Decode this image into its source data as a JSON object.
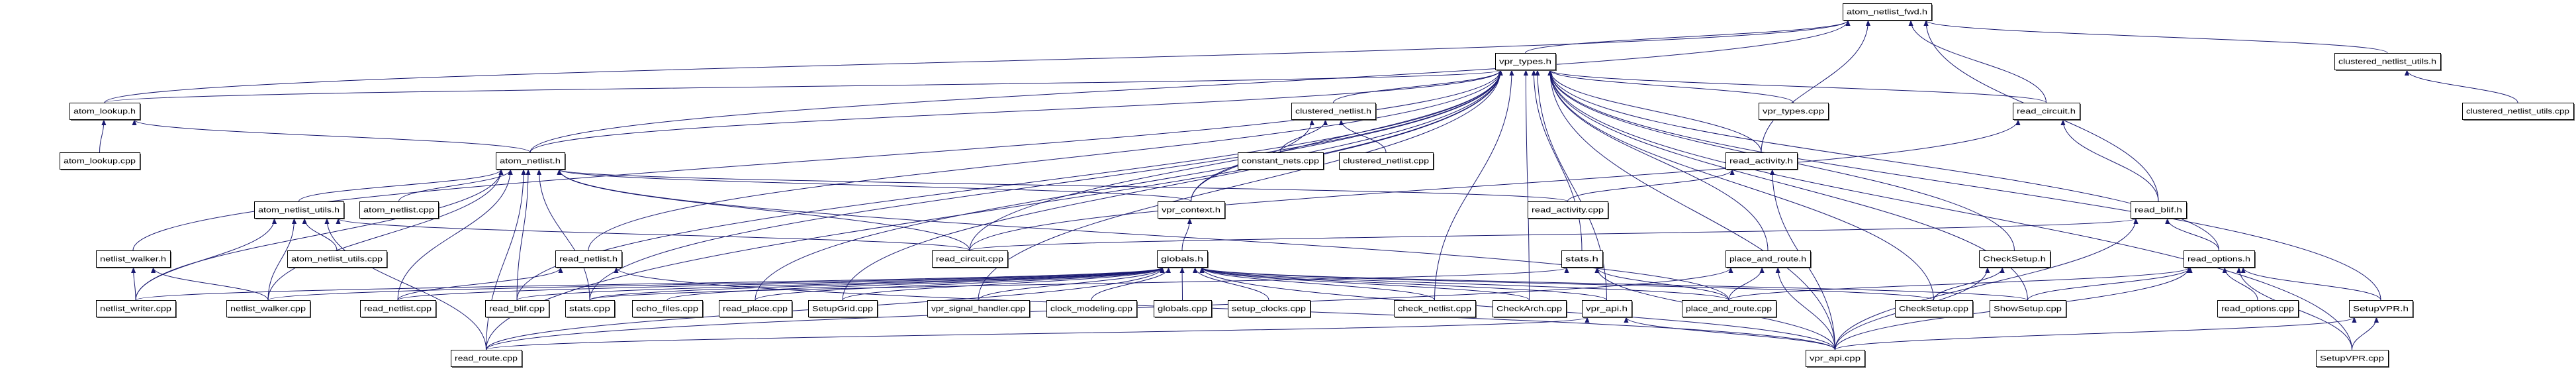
{
  "graph": {
    "root": "atom_netlist_fwd.h",
    "colors": {
      "edge": "#191970",
      "root_fill": "#bfbfbf",
      "highlight_border": "#ff0000",
      "node_border": "#000000"
    },
    "highlighted_node": "globals.h",
    "nodes": [
      {
        "id": "atom_netlist_fwd.h",
        "label": "atom_netlist_fwd.h"
      },
      {
        "id": "vpr_types.h",
        "label": "vpr_types.h"
      },
      {
        "id": "clustered_netlist_utils.h",
        "label": "clustered_netlist_utils.h"
      },
      {
        "id": "atom_lookup.h",
        "label": "atom_lookup.h"
      },
      {
        "id": "clustered_netlist.h",
        "label": "clustered_netlist.h"
      },
      {
        "id": "vpr_types.cpp",
        "label": "vpr_types.cpp"
      },
      {
        "id": "read_circuit.h",
        "label": "read_circuit.h"
      },
      {
        "id": "clustered_netlist_utils.cpp",
        "label": "clustered_netlist_utils.cpp"
      },
      {
        "id": "atom_lookup.cpp",
        "label": "atom_lookup.cpp"
      },
      {
        "id": "atom_netlist.h",
        "label": "atom_netlist.h"
      },
      {
        "id": "constant_nets.cpp",
        "label": "constant_nets.cpp"
      },
      {
        "id": "clustered_netlist.cpp",
        "label": "clustered_netlist.cpp"
      },
      {
        "id": "read_activity.h",
        "label": "read_activity.h"
      },
      {
        "id": "atom_netlist_utils.h",
        "label": "atom_netlist_utils.h"
      },
      {
        "id": "atom_netlist.cpp",
        "label": "atom_netlist.cpp"
      },
      {
        "id": "vpr_context.h",
        "label": "vpr_context.h"
      },
      {
        "id": "read_activity.cpp",
        "label": "read_activity.cpp"
      },
      {
        "id": "read_blif.h",
        "label": "read_blif.h"
      },
      {
        "id": "netlist_walker.h",
        "label": "netlist_walker.h"
      },
      {
        "id": "atom_netlist_utils.cpp",
        "label": "atom_netlist_utils.cpp"
      },
      {
        "id": "read_netlist.h",
        "label": "read_netlist.h"
      },
      {
        "id": "read_circuit.cpp",
        "label": "read_circuit.cpp"
      },
      {
        "id": "globals.h",
        "label": "globals.h"
      },
      {
        "id": "stats.h",
        "label": "stats.h"
      },
      {
        "id": "place_and_route.h",
        "label": "place_and_route.h"
      },
      {
        "id": "CheckSetup.h",
        "label": "CheckSetup.h"
      },
      {
        "id": "read_options.h",
        "label": "read_options.h"
      },
      {
        "id": "netlist_writer.cpp",
        "label": "netlist_writer.cpp"
      },
      {
        "id": "netlist_walker.cpp",
        "label": "netlist_walker.cpp"
      },
      {
        "id": "read_netlist.cpp",
        "label": "read_netlist.cpp"
      },
      {
        "id": "read_blif.cpp",
        "label": "read_blif.cpp"
      },
      {
        "id": "stats.cpp",
        "label": "stats.cpp"
      },
      {
        "id": "echo_files.cpp",
        "label": "echo_files.cpp"
      },
      {
        "id": "read_place.cpp",
        "label": "read_place.cpp"
      },
      {
        "id": "SetupGrid.cpp",
        "label": "SetupGrid.cpp"
      },
      {
        "id": "vpr_signal_handler.cpp",
        "label": "vpr_signal_handler.cpp"
      },
      {
        "id": "clock_modeling.cpp",
        "label": "clock_modeling.cpp"
      },
      {
        "id": "globals.cpp",
        "label": "globals.cpp"
      },
      {
        "id": "setup_clocks.cpp",
        "label": "setup_clocks.cpp"
      },
      {
        "id": "check_netlist.cpp",
        "label": "check_netlist.cpp"
      },
      {
        "id": "CheckArch.cpp",
        "label": "CheckArch.cpp"
      },
      {
        "id": "vpr_api.h",
        "label": "vpr_api.h"
      },
      {
        "id": "place_and_route.cpp",
        "label": "place_and_route.cpp"
      },
      {
        "id": "CheckSetup.cpp",
        "label": "CheckSetup.cpp"
      },
      {
        "id": "ShowSetup.cpp",
        "label": "ShowSetup.cpp"
      },
      {
        "id": "read_options.cpp",
        "label": "read_options.cpp"
      },
      {
        "id": "SetupVPR.h",
        "label": "SetupVPR.h"
      },
      {
        "id": "read_route.cpp",
        "label": "read_route.cpp"
      },
      {
        "id": "vpr_api.cpp",
        "label": "vpr_api.cpp"
      },
      {
        "id": "SetupVPR.cpp",
        "label": "SetupVPR.cpp"
      }
    ],
    "edges": [
      [
        "vpr_types.h",
        "atom_netlist_fwd.h"
      ],
      [
        "atom_lookup.h",
        "atom_netlist_fwd.h"
      ],
      [
        "atom_netlist.h",
        "atom_netlist_fwd.h"
      ],
      [
        "clustered_netlist_utils.h",
        "atom_netlist_fwd.h"
      ],
      [
        "read_circuit.h",
        "atom_netlist_fwd.h"
      ],
      [
        "read_blif.h",
        "atom_netlist_fwd.h"
      ],
      [
        "read_activity.h",
        "atom_netlist_fwd.h"
      ],
      [
        "clustered_netlist_utils.cpp",
        "clustered_netlist_utils.h"
      ],
      [
        "atom_lookup.cpp",
        "atom_lookup.h"
      ],
      [
        "atom_netlist.h",
        "atom_lookup.h"
      ],
      [
        "atom_lookup.h",
        "vpr_types.h"
      ],
      [
        "atom_netlist.h",
        "vpr_types.h"
      ],
      [
        "clustered_netlist.h",
        "vpr_types.h"
      ],
      [
        "vpr_types.cpp",
        "vpr_types.h"
      ],
      [
        "read_circuit.h",
        "vpr_types.h"
      ],
      [
        "read_activity.h",
        "vpr_types.h"
      ],
      [
        "vpr_context.h",
        "vpr_types.h"
      ],
      [
        "netlist_walker.h",
        "vpr_types.h"
      ],
      [
        "read_netlist.h",
        "vpr_types.h"
      ],
      [
        "stats.h",
        "vpr_types.h"
      ],
      [
        "place_and_route.h",
        "vpr_types.h"
      ],
      [
        "CheckSetup.h",
        "vpr_types.h"
      ],
      [
        "read_options.h",
        "vpr_types.h"
      ],
      [
        "SetupVPR.h",
        "vpr_types.h"
      ],
      [
        "ShowSetup.cpp",
        "vpr_types.h"
      ],
      [
        "CheckSetup.cpp",
        "vpr_types.h"
      ],
      [
        "CheckArch.cpp",
        "vpr_types.h"
      ],
      [
        "check_netlist.cpp",
        "vpr_types.h"
      ],
      [
        "vpr_api.h",
        "vpr_types.h"
      ],
      [
        "vpr_api.cpp",
        "vpr_types.h"
      ],
      [
        "read_route.cpp",
        "vpr_types.h"
      ],
      [
        "read_blif.cpp",
        "vpr_types.h"
      ],
      [
        "stats.cpp",
        "vpr_types.h"
      ],
      [
        "SetupGrid.cpp",
        "vpr_types.h"
      ],
      [
        "read_place.cpp",
        "vpr_types.h"
      ],
      [
        "vpr_signal_handler.cpp",
        "vpr_types.h"
      ],
      [
        "SetupVPR.cpp",
        "vpr_types.h"
      ],
      [
        "read_circuit.cpp",
        "vpr_types.h"
      ],
      [
        "atom_netlist_utils.h",
        "atom_netlist.h"
      ],
      [
        "atom_netlist.cpp",
        "atom_netlist.h"
      ],
      [
        "vpr_context.h",
        "atom_netlist.h"
      ],
      [
        "netlist_writer.cpp",
        "atom_netlist.h"
      ],
      [
        "netlist_walker.cpp",
        "atom_netlist.h"
      ],
      [
        "read_netlist.cpp",
        "atom_netlist.h"
      ],
      [
        "read_blif.cpp",
        "atom_netlist.h"
      ],
      [
        "stats.cpp",
        "atom_netlist.h"
      ],
      [
        "read_activity.cpp",
        "atom_netlist.h"
      ],
      [
        "place_and_route.cpp",
        "atom_netlist.h"
      ],
      [
        "read_route.cpp",
        "atom_netlist.h"
      ],
      [
        "read_circuit.cpp",
        "atom_netlist.h"
      ],
      [
        "atom_netlist_utils.cpp",
        "atom_netlist_utils.h"
      ],
      [
        "netlist_writer.cpp",
        "atom_netlist_utils.h"
      ],
      [
        "netlist_walker.cpp",
        "atom_netlist_utils.h"
      ],
      [
        "read_circuit.cpp",
        "atom_netlist_utils.h"
      ],
      [
        "read_route.cpp",
        "atom_netlist_utils.h"
      ],
      [
        "netlist_writer.cpp",
        "netlist_walker.h"
      ],
      [
        "netlist_walker.cpp",
        "netlist_walker.h"
      ],
      [
        "read_netlist.cpp",
        "read_netlist.h"
      ],
      [
        "vpr_api.cpp",
        "read_netlist.h"
      ],
      [
        "constant_nets.cpp",
        "clustered_netlist.h"
      ],
      [
        "clustered_netlist.cpp",
        "clustered_netlist.h"
      ],
      [
        "vpr_context.h",
        "clustered_netlist.h"
      ],
      [
        "globals.h",
        "vpr_context.h"
      ],
      [
        "netlist_writer.cpp",
        "globals.h"
      ],
      [
        "netlist_walker.cpp",
        "globals.h"
      ],
      [
        "read_netlist.cpp",
        "globals.h"
      ],
      [
        "read_blif.cpp",
        "globals.h"
      ],
      [
        "stats.cpp",
        "globals.h"
      ],
      [
        "echo_files.cpp",
        "globals.h"
      ],
      [
        "read_place.cpp",
        "globals.h"
      ],
      [
        "SetupGrid.cpp",
        "globals.h"
      ],
      [
        "vpr_signal_handler.cpp",
        "globals.h"
      ],
      [
        "clock_modeling.cpp",
        "globals.h"
      ],
      [
        "globals.cpp",
        "globals.h"
      ],
      [
        "setup_clocks.cpp",
        "globals.h"
      ],
      [
        "check_netlist.cpp",
        "globals.h"
      ],
      [
        "CheckArch.cpp",
        "globals.h"
      ],
      [
        "vpr_api.h",
        "globals.h"
      ],
      [
        "place_and_route.cpp",
        "globals.h"
      ],
      [
        "CheckSetup.cpp",
        "globals.h"
      ],
      [
        "ShowSetup.cpp",
        "globals.h"
      ],
      [
        "vpr_api.cpp",
        "globals.h"
      ],
      [
        "read_route.cpp",
        "globals.h"
      ],
      [
        "read_circuit.cpp",
        "read_circuit.h"
      ],
      [
        "read_blif.h",
        "read_circuit.h"
      ],
      [
        "read_activity.cpp",
        "read_activity.h"
      ],
      [
        "vpr_api.cpp",
        "read_activity.h"
      ],
      [
        "read_circuit.cpp",
        "read_blif.h"
      ],
      [
        "vpr_api.cpp",
        "read_blif.h"
      ],
      [
        "read_options.h",
        "read_blif.h"
      ],
      [
        "stats.cpp",
        "stats.h"
      ],
      [
        "place_and_route.cpp",
        "stats.h"
      ],
      [
        "vpr_api.cpp",
        "stats.h"
      ],
      [
        "place_and_route.cpp",
        "place_and_route.h"
      ],
      [
        "vpr_api.cpp",
        "place_and_route.h"
      ],
      [
        "read_route.cpp",
        "place_and_route.h"
      ],
      [
        "CheckSetup.cpp",
        "CheckSetup.h"
      ],
      [
        "vpr_api.cpp",
        "CheckSetup.h"
      ],
      [
        "read_options.cpp",
        "read_options.h"
      ],
      [
        "SetupVPR.h",
        "read_options.h"
      ],
      [
        "SetupVPR.cpp",
        "read_options.h"
      ],
      [
        "vpr_api.cpp",
        "read_options.h"
      ],
      [
        "ShowSetup.cpp",
        "read_options.h"
      ],
      [
        "place_and_route.cpp",
        "read_options.h"
      ],
      [
        "SetupVPR.cpp",
        "SetupVPR.h"
      ],
      [
        "vpr_api.cpp",
        "SetupVPR.h"
      ],
      [
        "vpr_api.cpp",
        "vpr_api.h"
      ],
      [
        "read_route.cpp",
        "vpr_api.h"
      ]
    ]
  }
}
